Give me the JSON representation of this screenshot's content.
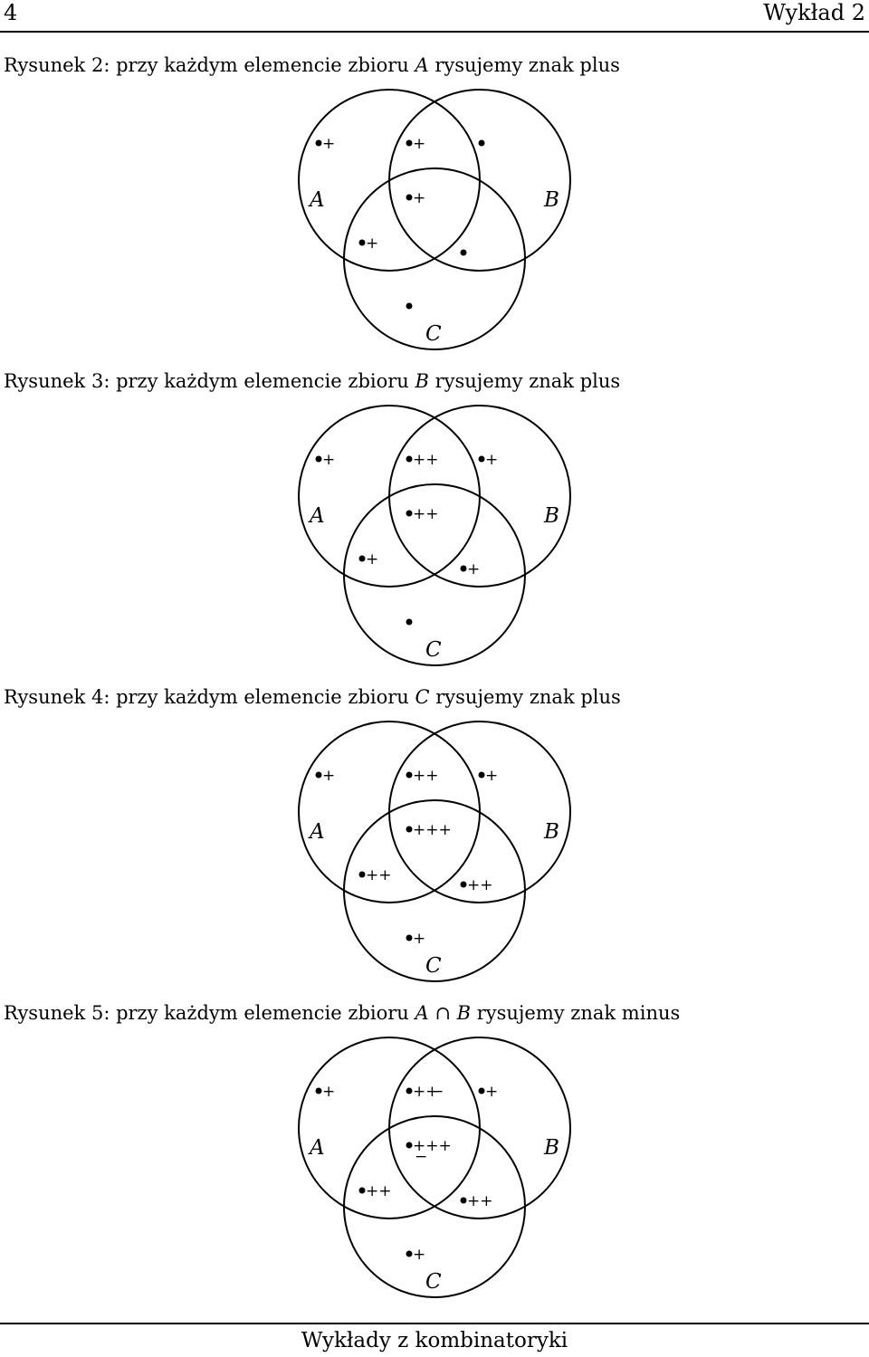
{
  "header": {
    "page_number": "4",
    "title": "Wykład 2"
  },
  "figures": [
    {
      "caption_pre": "Rysunek 2: przy każdym elemencie zbioru ",
      "caption_set": "A",
      "caption_post": " rysujemy znak plus",
      "labels": {
        "a": "A",
        "b": "B",
        "c": "C"
      },
      "regions": {
        "a_only": "+",
        "ab": "+",
        "b_only": "",
        "abc": "+",
        "ac": "+",
        "bc": "",
        "c_only": ""
      },
      "minus": {
        "ab": "",
        "abc": ""
      }
    },
    {
      "caption_pre": "Rysunek 3: przy każdym elemencie zbioru ",
      "caption_set": "B",
      "caption_post": " rysujemy znak plus",
      "labels": {
        "a": "A",
        "b": "B",
        "c": "C"
      },
      "regions": {
        "a_only": "+",
        "ab": "++",
        "b_only": "+",
        "abc": "++",
        "ac": "+",
        "bc": "+",
        "c_only": ""
      },
      "minus": {
        "ab": "",
        "abc": ""
      }
    },
    {
      "caption_pre": "Rysunek 4: przy każdym elemencie zbioru ",
      "caption_set": "C",
      "caption_post": " rysujemy znak plus",
      "labels": {
        "a": "A",
        "b": "B",
        "c": "C"
      },
      "regions": {
        "a_only": "+",
        "ab": "++",
        "b_only": "+",
        "abc": "+++",
        "ac": "++",
        "bc": "++",
        "c_only": "+"
      },
      "minus": {
        "ab": "",
        "abc": ""
      }
    },
    {
      "caption_pre": "Rysunek 5: przy każdym elemencie zbioru ",
      "caption_set": "A ∩ B",
      "caption_post": " rysujemy znak minus",
      "labels": {
        "a": "A",
        "b": "B",
        "c": "C"
      },
      "regions": {
        "a_only": "+",
        "ab": "++",
        "b_only": "+",
        "abc": "+++",
        "ac": "++",
        "bc": "++",
        "c_only": "+"
      },
      "minus": {
        "ab": "−",
        "abc": "−"
      }
    }
  ],
  "footer": {
    "text": "Wykłady z kombinatoryki"
  }
}
